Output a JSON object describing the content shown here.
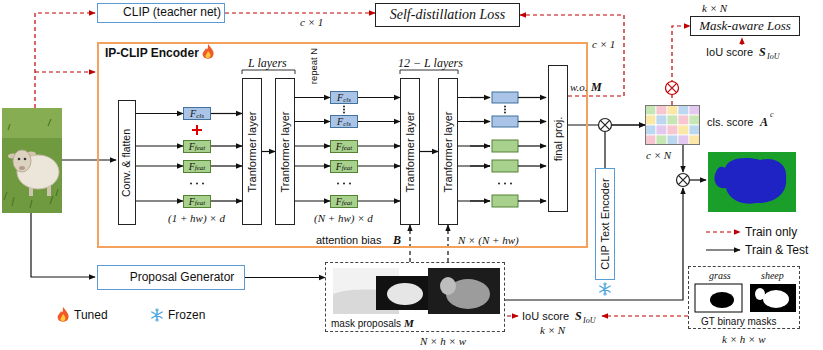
{
  "diagram": {
    "nodes": [
      {
        "text": [
          "CLIP (teacher net)"
        ]
      },
      {
        "text": [
          "Self-distillation Loss"
        ]
      },
      {
        "text": [
          "Mask-aware Loss"
        ]
      },
      {
        "text": [
          "IP-CLIP Encoder"
        ]
      },
      {
        "text": [
          "Conv. & flatten"
        ],
        "in": 3
      },
      {
        "text": [
          "F",
          "cls"
        ],
        "in": 3
      },
      {
        "text": [
          "F",
          "feat"
        ],
        "in": 3
      },
      {
        "text": [
          "F",
          "feat"
        ],
        "in": 3
      },
      {
        "text": [
          "F",
          "feat"
        ],
        "in": 3
      },
      {
        "text": [
          "Tranformer layer"
        ],
        "in": 3
      },
      {
        "text": [
          "Tranformer layer"
        ],
        "in": 3
      },
      {
        "text": [
          "F",
          "cls"
        ],
        "in": 3
      },
      {
        "text": [
          "F",
          "cls"
        ],
        "in": 3
      },
      {
        "text": [
          "F",
          "feat"
        ],
        "in": 3
      },
      {
        "text": [
          "F",
          "feat"
        ],
        "in": 3
      },
      {
        "text": [
          "F",
          "feat"
        ],
        "in": 3
      },
      {
        "text": [
          "Tranformer layer"
        ],
        "in": 3
      },
      {
        "text": [
          "Tranformer layer"
        ],
        "in": 3
      },
      {
        "text": [
          "final proj."
        ],
        "in": 3
      },
      {
        "text": [
          "CLIP Text Encoder"
        ]
      },
      {
        "text": [
          "cls. score",
          "A",
          "c"
        ]
      },
      {
        "text": [
          "Proposal Generator"
        ]
      },
      {
        "text": [
          "mask proposals",
          "M"
        ]
      },
      {
        "text": [
          "grass",
          "sheep",
          "GT binary masks"
        ]
      }
    ],
    "edges": [
      {
        "from": 0,
        "to": 1,
        "arrow": "to"
      },
      {
        "from": 18,
        "to": 1,
        "arrow": "to"
      },
      {
        "from": 20,
        "to": 2,
        "arrow": "to"
      },
      {
        "from": 21,
        "to": 22,
        "arrow": "to"
      },
      {
        "from": 22,
        "to": 16,
        "arrow": "to"
      },
      {
        "from": 22,
        "to": 17,
        "arrow": "to"
      },
      {
        "from": 4,
        "to": 5,
        "arrow": "to"
      },
      {
        "from": 4,
        "to": 6,
        "arrow": "to"
      },
      {
        "from": 4,
        "to": 7,
        "arrow": "to"
      },
      {
        "from": 4,
        "to": 8,
        "arrow": "to"
      },
      {
        "from": 5,
        "to": 9,
        "arrow": "to"
      },
      {
        "from": 6,
        "to": 9,
        "arrow": "to"
      },
      {
        "from": 7,
        "to": 9,
        "arrow": "to"
      },
      {
        "from": 8,
        "to": 9,
        "arrow": "to"
      },
      {
        "from": 9,
        "to": 10,
        "arrow": "to"
      },
      {
        "from": 10,
        "to": 11,
        "arrow": "to"
      },
      {
        "from": 10,
        "to": 12,
        "arrow": "to"
      },
      {
        "from": 10,
        "to": 13,
        "arrow": "to"
      },
      {
        "from": 10,
        "to": 14,
        "arrow": "to"
      },
      {
        "from": 10,
        "to": 15,
        "arrow": "to"
      },
      {
        "from": 11,
        "to": 16,
        "arrow": "to"
      },
      {
        "from": 12,
        "to": 16,
        "arrow": "to"
      },
      {
        "from": 13,
        "to": 16,
        "arrow": "to"
      },
      {
        "from": 14,
        "to": 16,
        "arrow": "to"
      },
      {
        "from": 15,
        "to": 16,
        "arrow": "to"
      },
      {
        "from": 16,
        "to": 17,
        "arrow": "to"
      },
      {
        "from": 18,
        "to": 20,
        "arrow": "to"
      },
      {
        "from": 19,
        "to": 20,
        "arrow": "to"
      }
    ],
    "labels": [
      "c × 1",
      "c × 1",
      "k × N",
      "IoU score",
      "S",
      "IoU",
      "w.o.",
      "M",
      "L layers",
      "repeat N",
      "12 − L layers",
      "(1 + hw) × d",
      "(N + hw) × d",
      "attention bias",
      "B",
      "N × (N + hw)",
      "c × N",
      "N × h × w",
      "IoU score",
      "S",
      "IoU",
      "k × N",
      "k × h × w"
    ],
    "legend": [
      {
        "text": "Tuned"
      },
      {
        "text": "Frozen"
      },
      {
        "text": "Train only"
      },
      {
        "text": "Train & Test"
      }
    ]
  }
}
